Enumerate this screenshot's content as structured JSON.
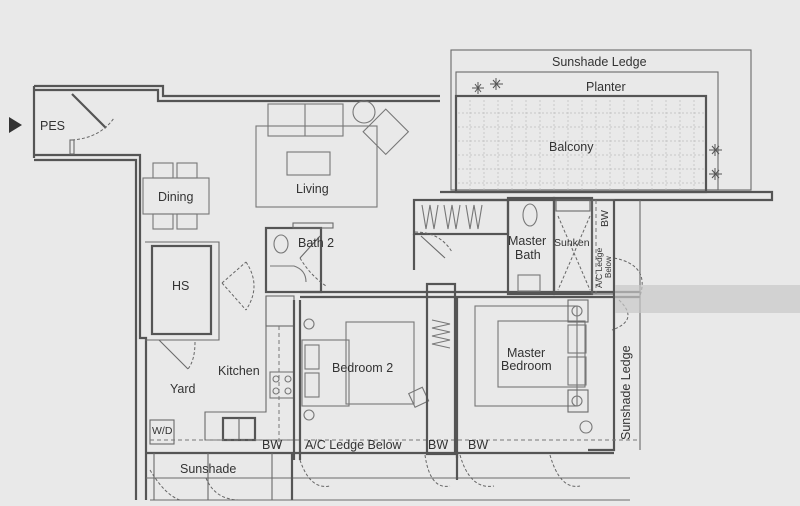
{
  "plan": {
    "entry_marker": "entrance-arrow",
    "rooms": {
      "pes": "PES",
      "dining": "Dining",
      "living": "Living",
      "balcony": "Balcony",
      "planter": "Planter",
      "sunshade_ledge_top": "Sunshade Ledge",
      "hs": "HS",
      "bath2": "Bath 2",
      "master_bath_1": "Master",
      "master_bath_2": "Bath",
      "sunken": "Sunken",
      "bw_top": "BW",
      "ac_ledge_below_vertical_1": "A/C Ledge",
      "ac_ledge_below_vertical_2": "Below",
      "kitchen": "Kitchen",
      "yard": "Yard",
      "wd": "W/D",
      "bedroom2": "Bedroom 2",
      "master_bedroom_1": "Master",
      "master_bedroom_2": "Bedroom",
      "sunshade_ledge_right": "Sunshade Ledge",
      "bw_bottom_1": "BW",
      "ac_ledge_below": "A/C Ledge Below",
      "bw_bottom_2": "BW",
      "bw_bottom_3": "BW",
      "sunshade_bottom": "Sunshade"
    },
    "colors": {
      "background": "#e9e9e9",
      "wall": "#555555",
      "text": "#333333"
    }
  }
}
